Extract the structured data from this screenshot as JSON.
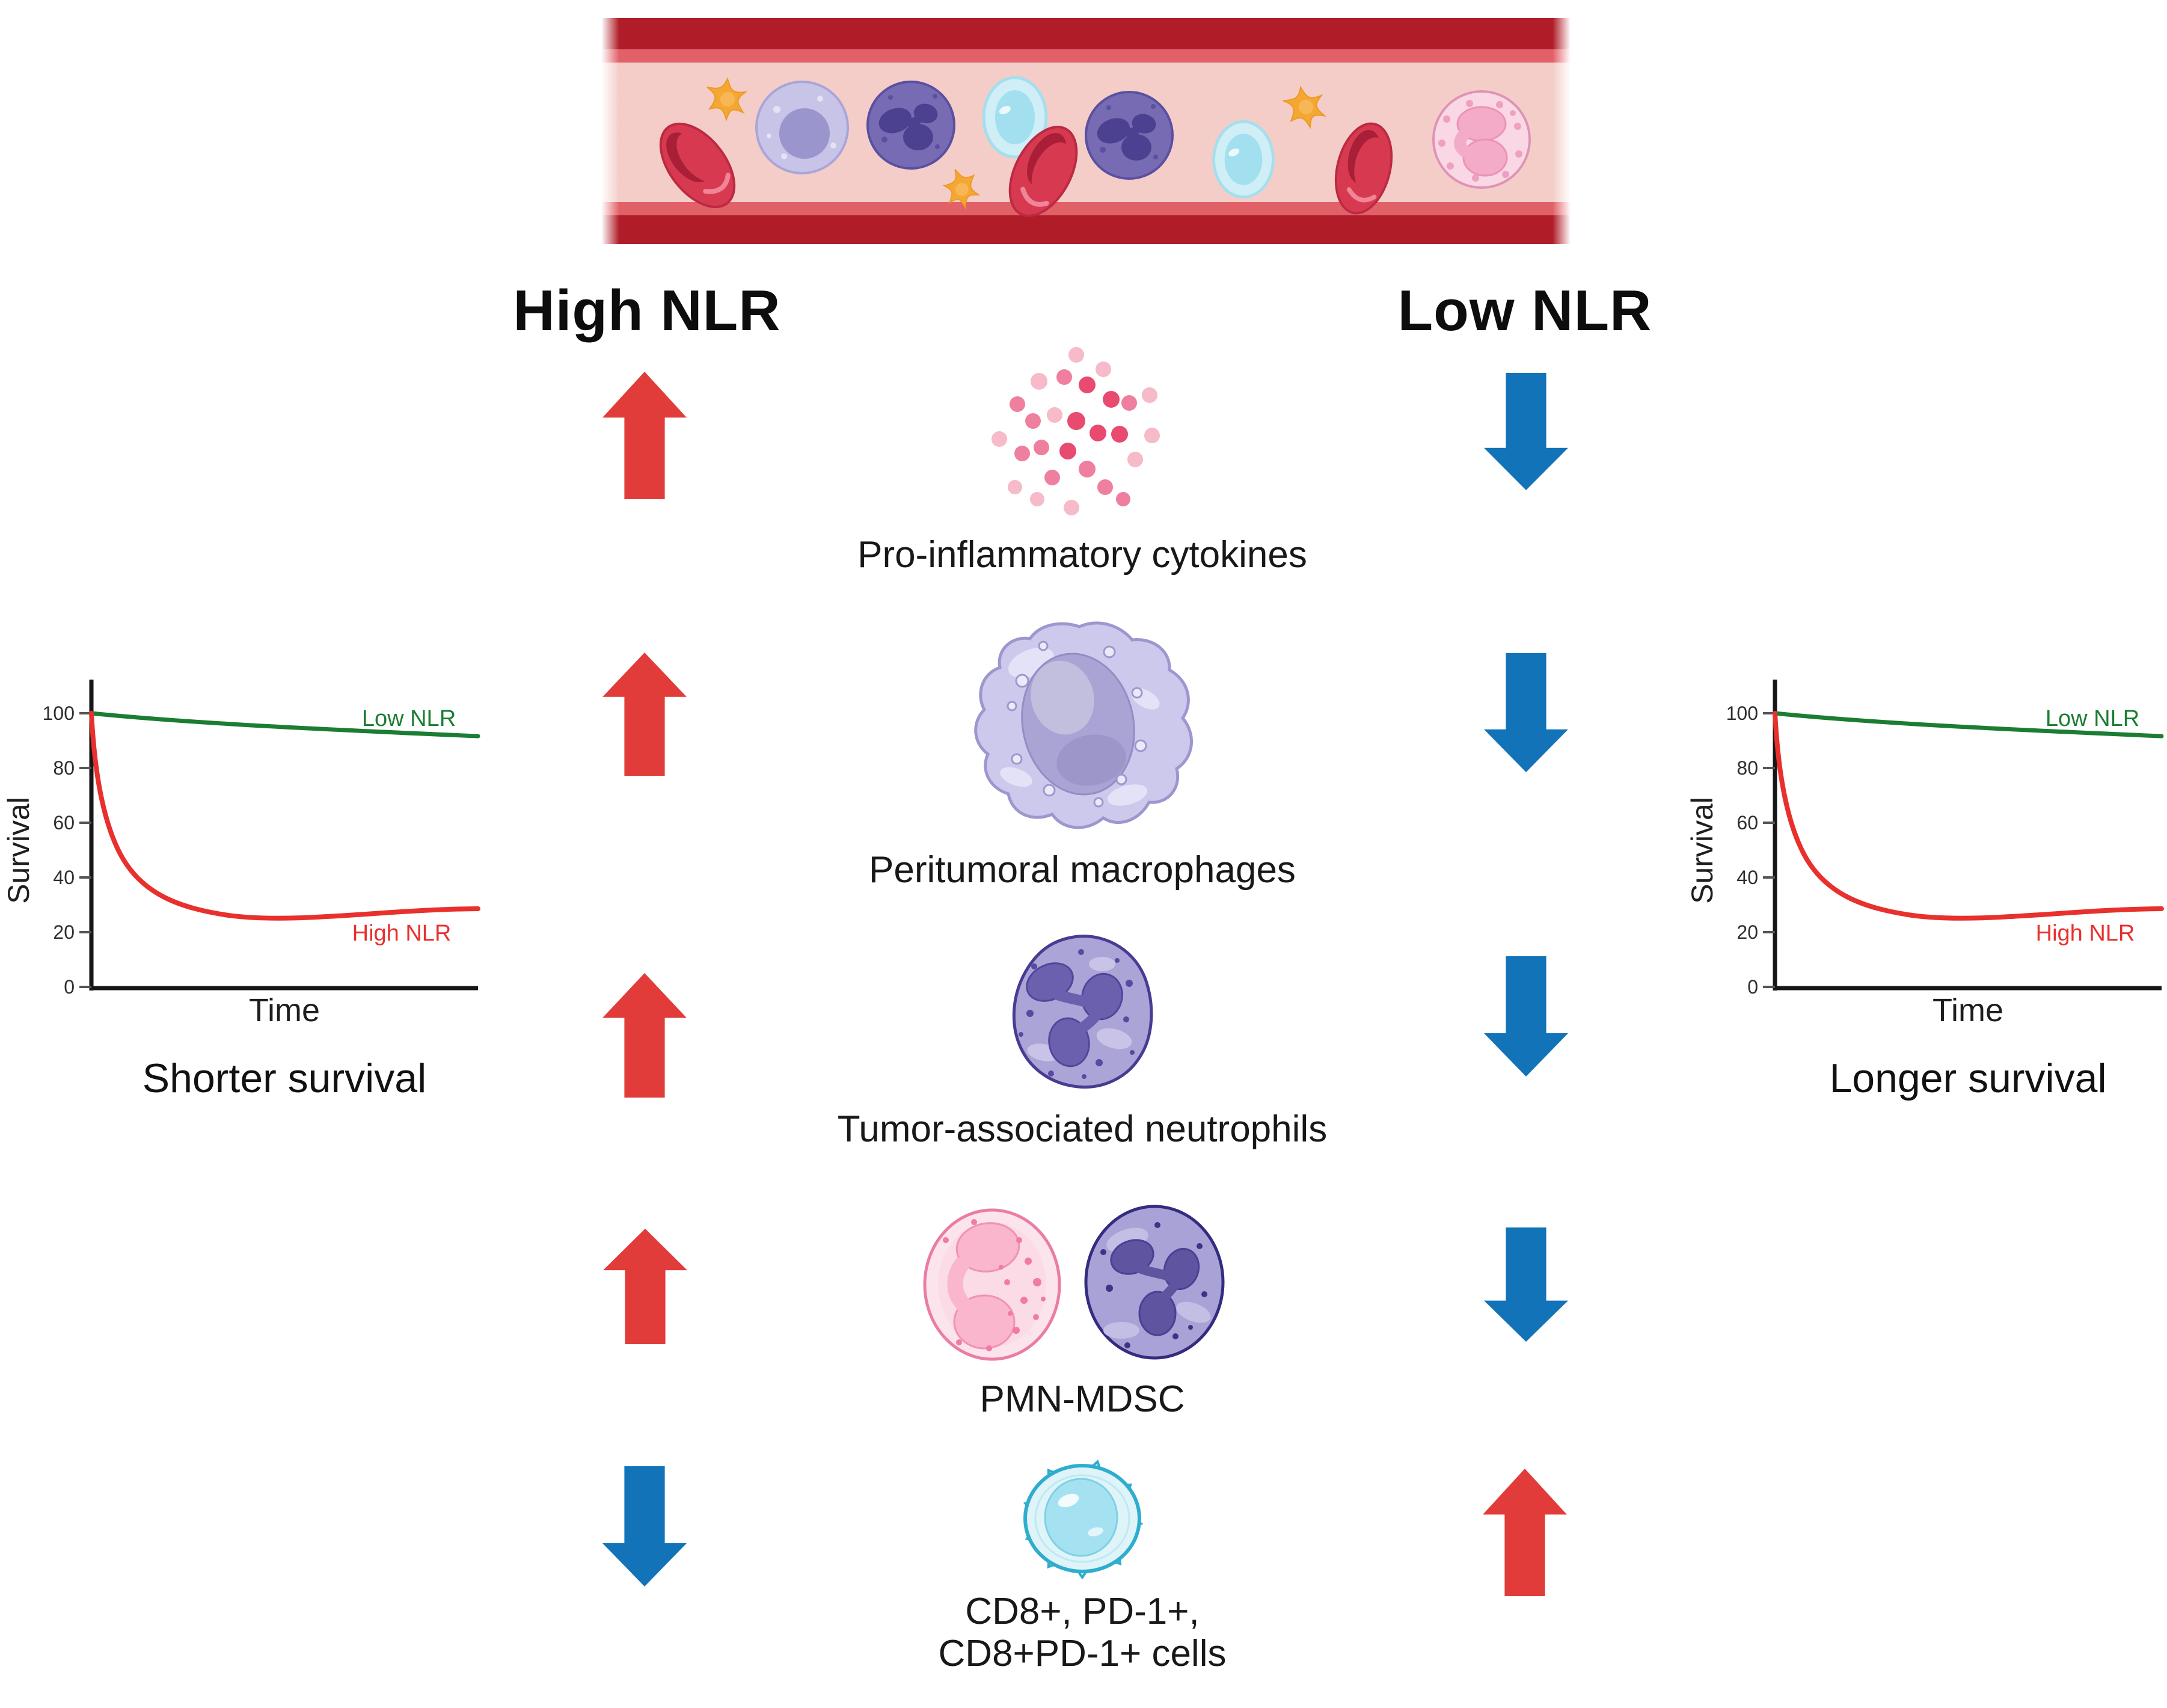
{
  "colors": {
    "arrow_red": "#e23c3a",
    "arrow_blue": "#1273b8",
    "curve_green": "#1b7d32",
    "curve_red": "#e8302d",
    "vessel_dark": "#b01d28",
    "vessel_rose": "#e26067",
    "vessel_lumen": "#f4cdc8",
    "text": "#1b1b1b"
  },
  "headings": {
    "high_nlr": "High NLR",
    "low_nlr": "Low NLR"
  },
  "vessel": {
    "name": "blood-vessel",
    "cell_types": [
      "red-blood-cell",
      "platelet",
      "monocyte",
      "neutrophil",
      "lymphocyte",
      "eosinophil"
    ]
  },
  "rows": [
    {
      "label": "Pro-inflammatory cytokines",
      "icon": "cytokines-icon",
      "high_nlr": "increase",
      "low_nlr": "decrease"
    },
    {
      "label": "Peritumoral macrophages",
      "icon": "macrophage-icon",
      "high_nlr": "increase",
      "low_nlr": "decrease"
    },
    {
      "label": "Tumor-associated neutrophils",
      "icon": "neutrophil-icon",
      "high_nlr": "increase",
      "low_nlr": "decrease"
    },
    {
      "label": "PMN-MDSC",
      "icon": "pmn-mdsc-icon",
      "high_nlr": "increase",
      "low_nlr": "decrease"
    },
    {
      "label_line1": "CD8+, PD-1+,",
      "label_line2": "CD8+PD-1+ cells",
      "icon": "cd8-t-cell-icon",
      "high_nlr": "decrease",
      "low_nlr": "increase"
    }
  ],
  "charts": {
    "ticks": [
      "100",
      "80",
      "60",
      "40",
      "20",
      "0"
    ],
    "left": {
      "title": "Shorter survival",
      "xlabel": "Time",
      "ylabel": "Survival",
      "legend_low": "Low NLR",
      "legend_high": "High NLR"
    },
    "right": {
      "title": "Longer survival",
      "xlabel": "Time",
      "ylabel": "Survival",
      "legend_low": "Low NLR",
      "legend_high": "High NLR"
    }
  },
  "chart_data": [
    {
      "id": "left-survival-plot",
      "type": "line",
      "title": "Shorter survival",
      "xlabel": "Time",
      "ylabel": "Survival",
      "ylim": [
        0,
        100
      ],
      "yticks": [
        0,
        20,
        40,
        60,
        80,
        100
      ],
      "x": [
        0,
        1,
        2,
        3,
        4,
        5,
        6,
        7,
        8,
        9,
        10
      ],
      "series": [
        {
          "name": "Low NLR",
          "color": "#1b7d32",
          "values": [
            100,
            98.5,
            97.3,
            96.3,
            95.4,
            94.6,
            93.9,
            93.3,
            92.7,
            92.2,
            91.5
          ]
        },
        {
          "name": "High NLR",
          "color": "#e8302d",
          "values": [
            100,
            74,
            52,
            42,
            37,
            34,
            32.5,
            31.5,
            30.8,
            30.3,
            30
          ]
        }
      ],
      "legend_position": "inline-right",
      "grid": false
    },
    {
      "id": "right-survival-plot",
      "type": "line",
      "title": "Longer survival",
      "xlabel": "Time",
      "ylabel": "Survival",
      "ylim": [
        0,
        100
      ],
      "yticks": [
        0,
        20,
        40,
        60,
        80,
        100
      ],
      "x": [
        0,
        1,
        2,
        3,
        4,
        5,
        6,
        7,
        8,
        9,
        10
      ],
      "series": [
        {
          "name": "Low NLR",
          "color": "#1b7d32",
          "values": [
            100,
            98.5,
            97.3,
            96.3,
            95.4,
            94.6,
            93.9,
            93.3,
            92.7,
            92.2,
            91.5
          ]
        },
        {
          "name": "High NLR",
          "color": "#e8302d",
          "values": [
            100,
            74,
            52,
            42,
            37,
            34,
            32.5,
            31.5,
            30.8,
            30.3,
            30
          ]
        }
      ],
      "legend_position": "inline-right",
      "grid": false
    }
  ]
}
